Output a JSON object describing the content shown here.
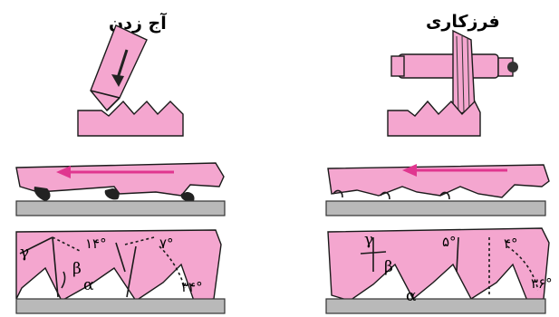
{
  "left_panel": {
    "title": "آج زدن",
    "angles": {
      "gamma": "γ",
      "beta": "β",
      "alpha": "α",
      "a1": "۱۴°",
      "a2": "۷°",
      "a3": "۳۴°"
    }
  },
  "right_panel": {
    "title": "فرزکاری",
    "angles": {
      "gamma": "γ",
      "beta": "β",
      "alpha": "α",
      "a1": "۵°",
      "a2": "۴°",
      "a3": "۳۶°"
    }
  },
  "colors": {
    "part": "#f4a6cf",
    "arrow": "#e0368f",
    "base": "#b9b9b9"
  }
}
